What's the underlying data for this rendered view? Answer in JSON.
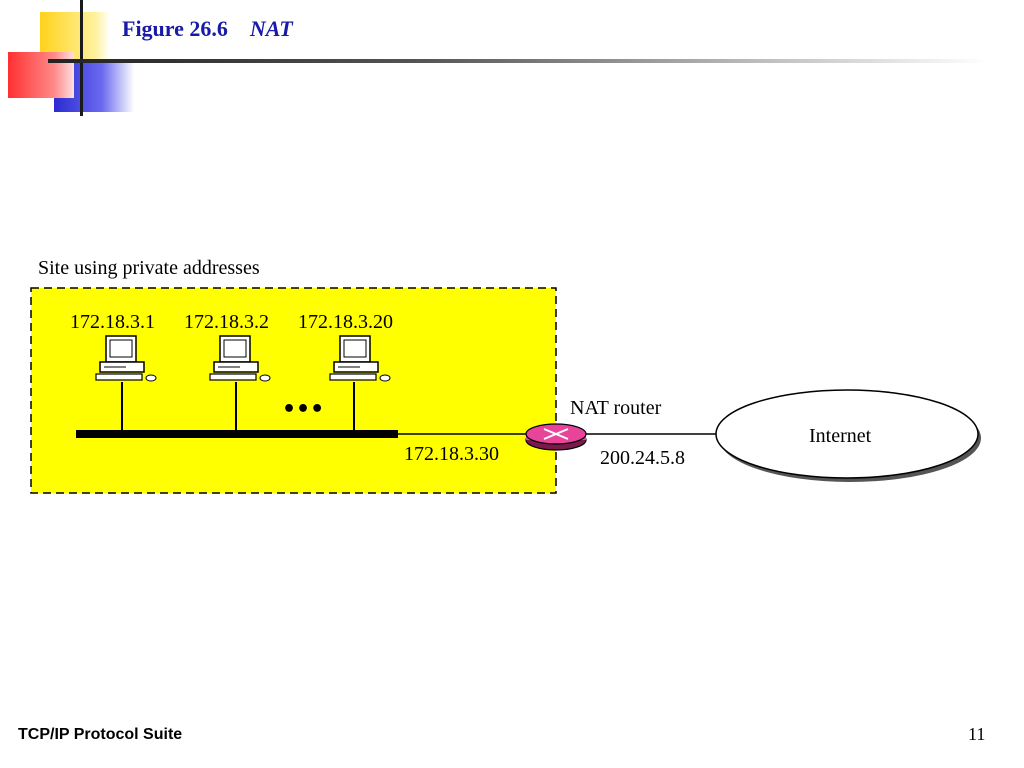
{
  "slide": {
    "figure_label": "Figure 26.6",
    "figure_name": "NAT",
    "footer_text": "TCP/IP Protocol Suite",
    "page_number": "11"
  },
  "diagram": {
    "site_label": "Site using private addresses",
    "hosts": [
      {
        "address": "172.18.3.1"
      },
      {
        "address": "172.18.3.2"
      },
      {
        "address": "172.18.3.20"
      }
    ],
    "ellipsis": "•••",
    "router_label": "NAT router",
    "router_private_address": "172.18.3.30",
    "router_public_address": "200.24.5.8",
    "internet_label": "Internet",
    "colors": {
      "site_fill": "#ffff00",
      "router_fill": "#e8449a",
      "title_blue": "#1a1aa8"
    }
  }
}
